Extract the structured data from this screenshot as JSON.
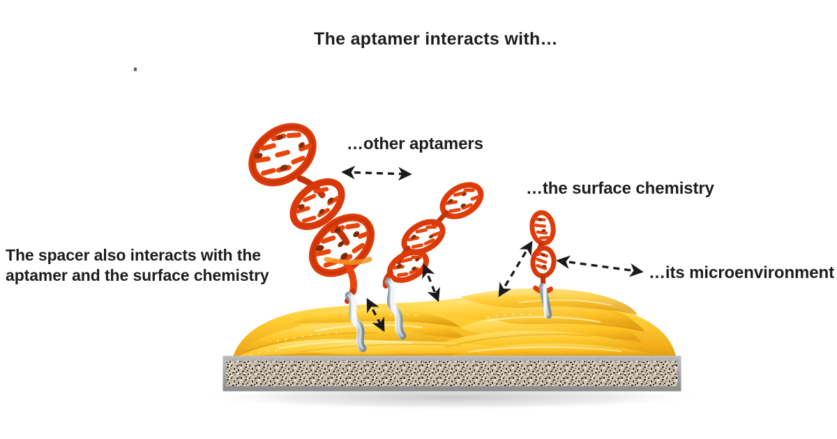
{
  "figure": {
    "title": "The aptamer interacts with…",
    "background_color": "#ffffff",
    "text_color": "#1d1d1d"
  },
  "labels": {
    "other_aptamers": "…other aptamers",
    "surface_chemistry": "…the surface chemistry",
    "microenvironment": "…its microenvironment",
    "spacer_line1": "The spacer also interacts with the",
    "spacer_line2": "aptamer and the surface chemistry"
  },
  "elements": {
    "aptamer_large_name": "large-aptamer-helix",
    "aptamer_medium_name": "medium-aptamer-helix",
    "aptamer_small_name": "small-aptamer-helix",
    "spacer_name": "thiol-spacer-chain",
    "monolayer_name": "gold-self-assembled-monolayer",
    "substrate_name": "speckled-substrate-slab"
  },
  "colors": {
    "aptamer_ribbon": "#DE3B09",
    "aptamer_ribbon_dark": "#7A2A08",
    "aptamer_ribbon_light": "#F07A1E",
    "spacer_light": "#EDF1F4",
    "spacer_mid": "#AFBCC6",
    "spacer_dark": "#7E8D99",
    "gold_light": "#FFE066",
    "gold_mid": "#FFC926",
    "gold_dark": "#E8A417",
    "substrate_base": "#C9BDAE",
    "substrate_speck_dark": "#3B342C",
    "substrate_border": "#9A9A9A",
    "arrow": "#1a1a1a",
    "shadow": "#d8d8d8"
  },
  "arrows": [
    {
      "name": "arrow-other-aptamers",
      "style": "double-headed-dashed",
      "orientation": "horizontal"
    },
    {
      "name": "arrow-microenvironment",
      "style": "double-headed-dashed",
      "orientation": "horizontal-tilted"
    },
    {
      "name": "arrow-surface-chemistry",
      "style": "double-headed-dashed",
      "orientation": "diagonal-up-right"
    },
    {
      "name": "arrow-spacer-to-surface",
      "style": "double-headed-dashed",
      "orientation": "diagonal-short"
    },
    {
      "name": "arrow-medium-aptamer-spacer",
      "style": "double-headed-dashed",
      "orientation": "diagonal-short"
    }
  ]
}
